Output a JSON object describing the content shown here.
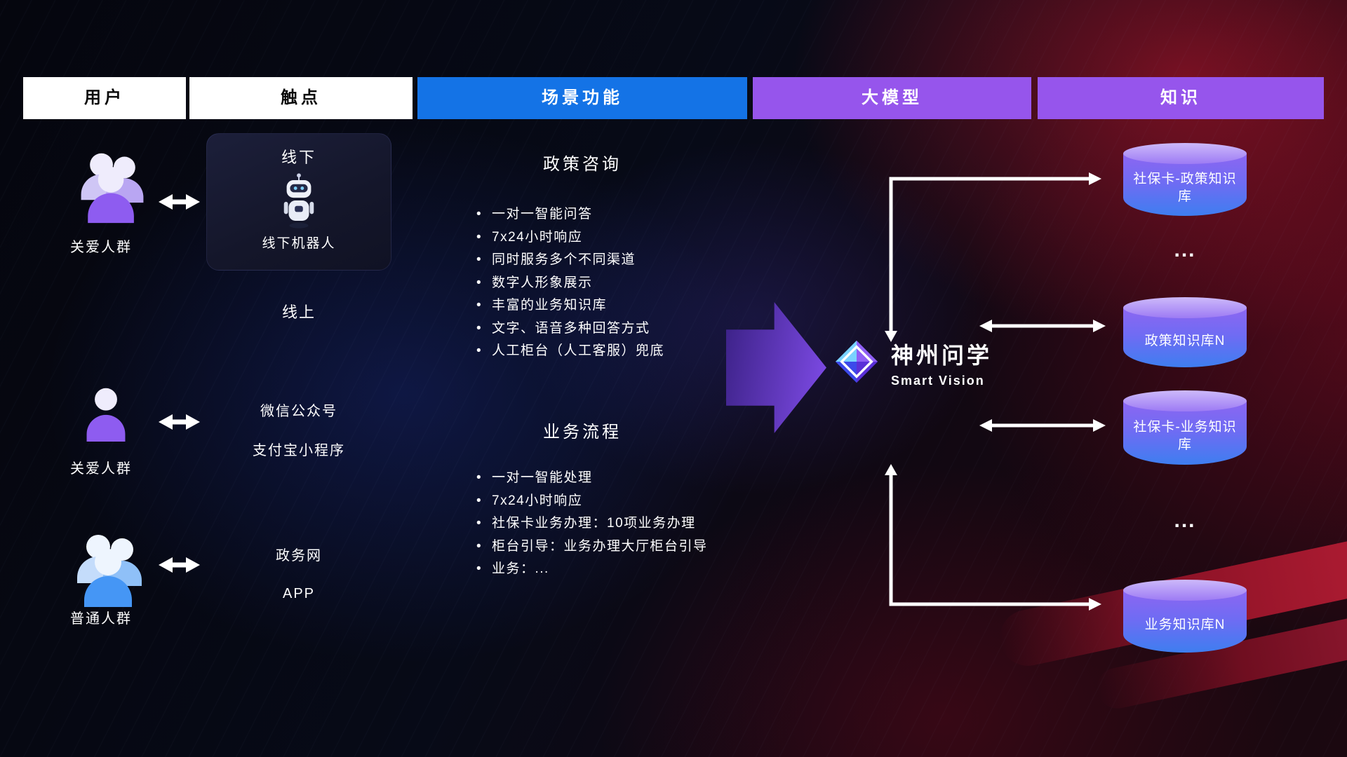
{
  "header": {
    "columns": [
      {
        "label": "用户"
      },
      {
        "label": "触点"
      },
      {
        "label": "场景功能"
      },
      {
        "label": "大模型"
      },
      {
        "label": "知识"
      }
    ]
  },
  "users": {
    "groups": [
      {
        "label": "关爱人群"
      },
      {
        "label": "关爱人群"
      },
      {
        "label": "普通人群"
      }
    ]
  },
  "touchpoints": {
    "offline_title": "线下",
    "offline_robot_label": "线下机器人",
    "online_title": "线上",
    "channels": [
      "微信公众号",
      "支付宝小程序",
      "政务网",
      "APP"
    ]
  },
  "scenarios": {
    "policy": {
      "title": "政策咨询",
      "items": [
        "一对一智能问答",
        "7x24小时响应",
        "同时服务多个不同渠道",
        "数字人形象展示",
        "丰富的业务知识库",
        "文字、语音多种回答方式",
        "人工柜台（人工客服）兜底"
      ]
    },
    "business": {
      "title": "业务流程",
      "items": [
        "一对一智能处理",
        "7x24小时响应",
        "社保卡业务办理：10项业务办理",
        "柜台引导：业务办理大厅柜台引导",
        "业务：..."
      ]
    }
  },
  "model": {
    "name": "神州问学",
    "subtitle": "Smart Vision"
  },
  "knowledge": {
    "ellipsis": "...",
    "databases": [
      {
        "label": "社保卡-政策知识库"
      },
      {
        "label": "政策知识库N"
      },
      {
        "label": "社保卡-业务知识库"
      },
      {
        "label": "业务知识库N"
      }
    ]
  },
  "icons": {
    "user_group_purple": "group-users-purple-icon",
    "user_person_purple": "person-purple-icon",
    "user_group_blue": "group-users-blue-icon",
    "robot": "robot-icon",
    "logo": "diamond-logo-icon",
    "connector": "double-arrow-icon",
    "flow": "big-flow-arrow-icon",
    "database": "database-cylinder-icon"
  },
  "colors": {
    "header_scene": "#1473e6",
    "header_model": "#9655ec",
    "header_knowledge": "#9655ec",
    "db_gradient_top": "#8d66f2",
    "db_gradient_bottom": "#3e7ef0",
    "flow_arrow": "#8a55f0",
    "connector": "#ffffff",
    "bg_left": "#05060e",
    "bg_right_red": "#8c1226"
  }
}
